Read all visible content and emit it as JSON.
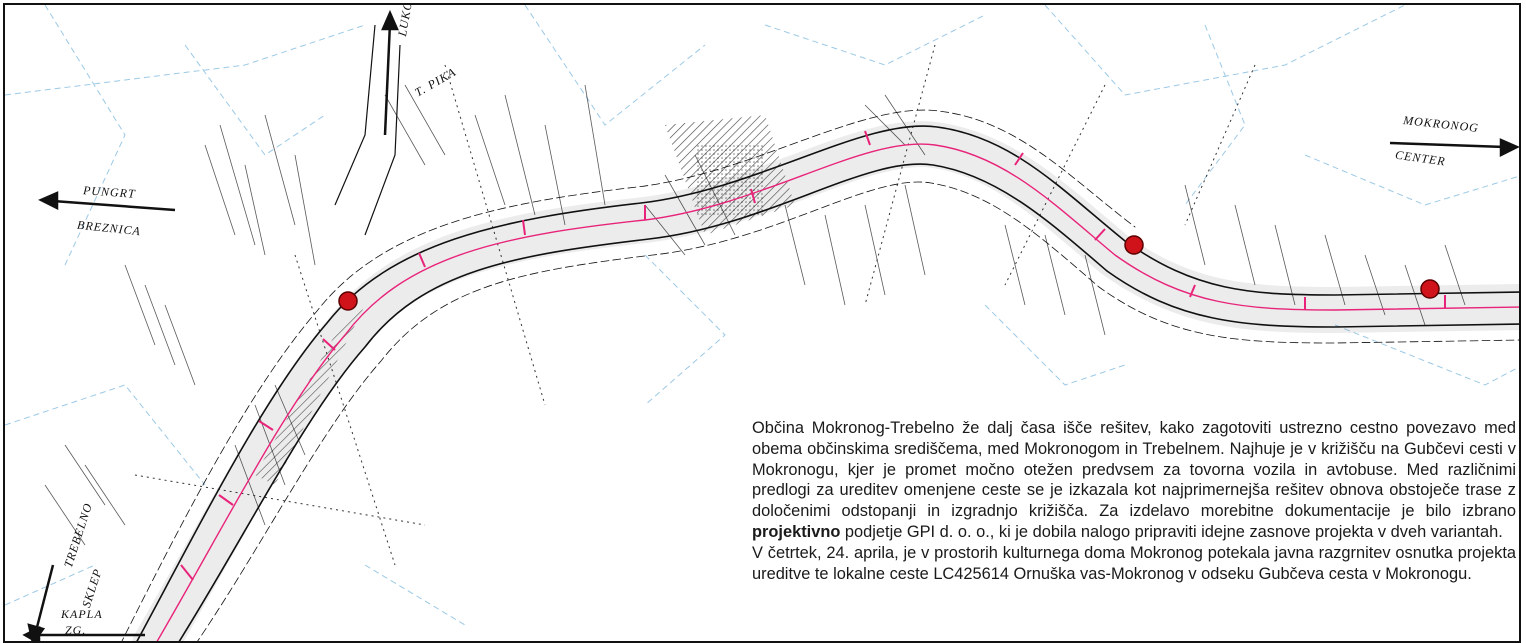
{
  "map": {
    "labels": {
      "north": "LUKOVEC / ŠEVNA",
      "north_small": "T. PIKA",
      "east_1": "MOKRONOG",
      "east_2": "CENTER",
      "west_1": "PUNGRT",
      "west_2": "BREZNICA",
      "southwest_1": "TREBELNO",
      "southwest_2": "SKLEP",
      "bottom_left_1": "KAPLA",
      "bottom_left_2": "ZG."
    },
    "colors": {
      "road": "#111111",
      "marker": "#d0131b",
      "axis": "#e8247a",
      "parcel": "#9cc9e6"
    }
  },
  "article": {
    "p1_before_bold": "Občina Mokronog-Trebelno že dalj časa išče rešitev, kako zagotoviti ustrezno cestno povezavo med obema občinskima središčema, med Mokronogom in Trebelnem. Najhuje je v križišču na Gubčevi cesti v Mokronogu, kjer je promet močno otežen predvsem za tovorna vozila in avtobuse. Med različnimi predlogi za ureditev omenjene ceste se je izkazala kot najprimernejša rešitev obnova obstoječe trase z določenimi odstopanji in izgradnjo križišča. Za izdelavo morebitne dokumentacije je bilo izbrano",
    "p1_bold": "projektivno",
    "p1_after_bold": "podjetje GPI d. o. o., ki je dobila nalogo pripraviti idejne zasnove projekta v dveh variantah.",
    "p2": "V četrtek, 24. aprila, je v prostorih kulturnega doma Mokronog potekala javna razgrnitev osnutka projekta ureditve te lokalne ceste LC425614 Ornuška vas-Mokronog v odseku Gubčeva cesta v Mokronogu."
  }
}
